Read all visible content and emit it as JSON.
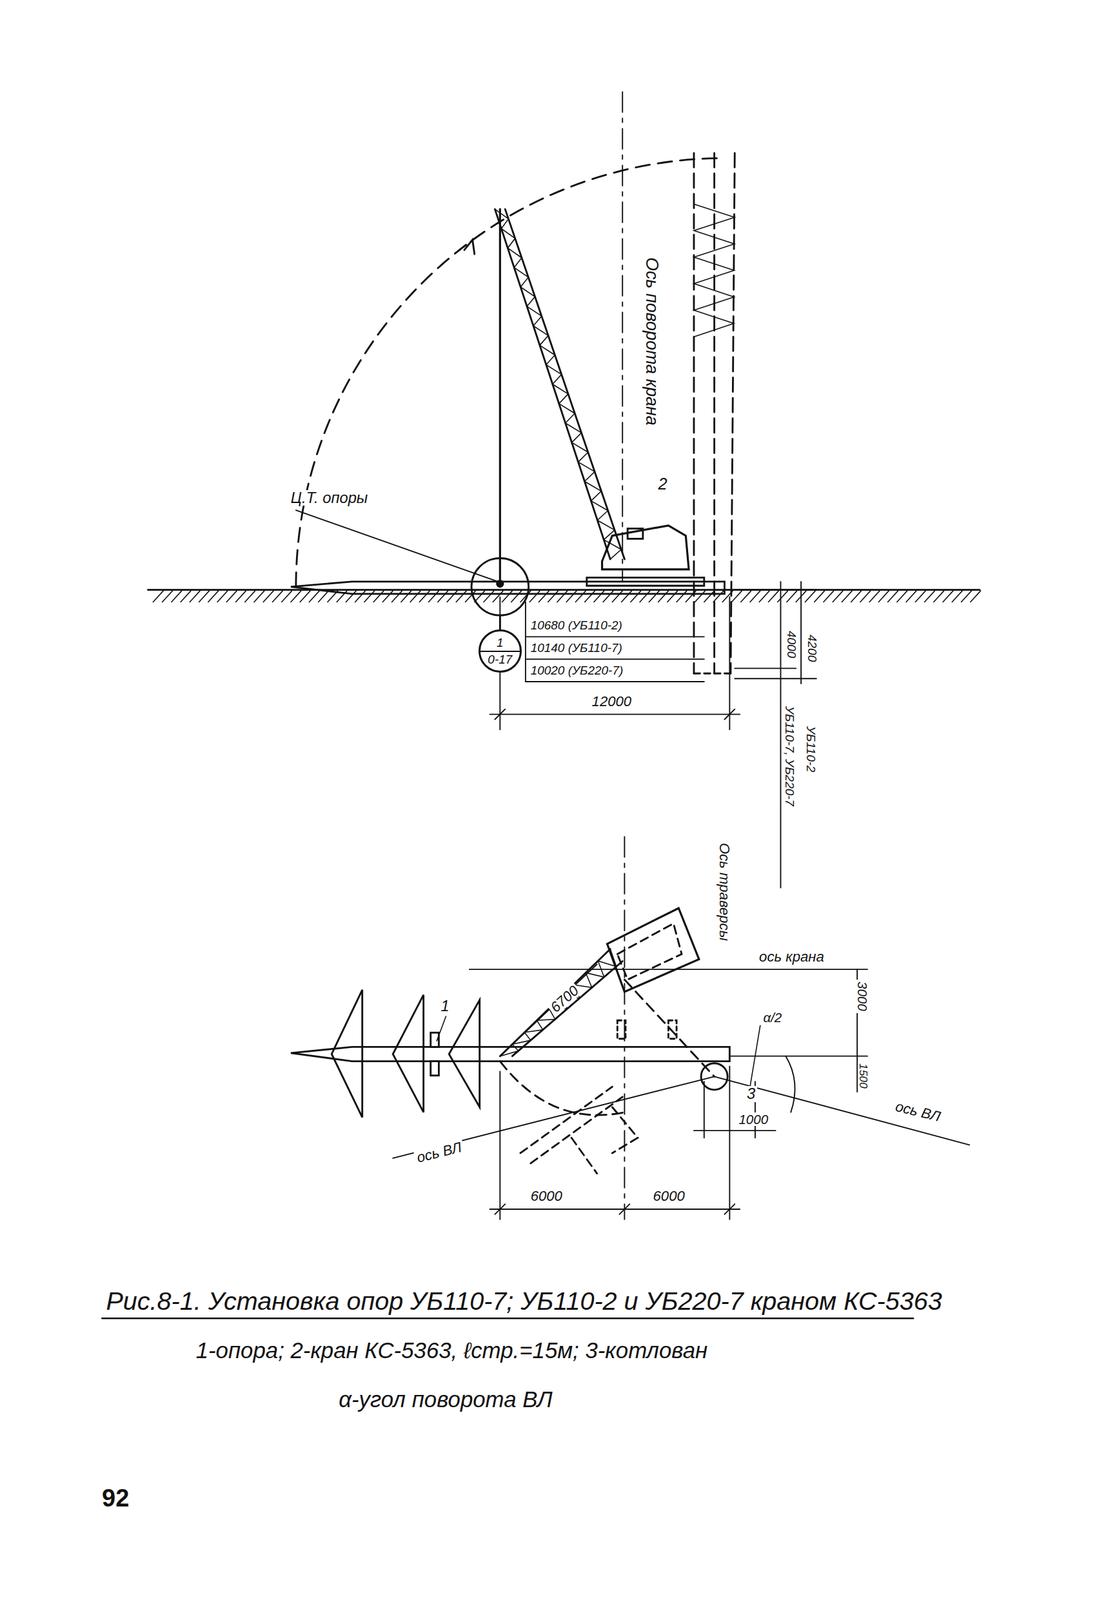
{
  "diagram": {
    "caption": "Рис.8-1. Установка опор УБ110-7; УБ110-2 и УБ220-7 краном КС-5363",
    "nodes": [
      {
        "text": [
          "1",
          "0-17"
        ]
      }
    ],
    "labels": [
      "Ось поворота крана",
      "2",
      "Ц.Т. опоры",
      "10680 (УБ110-2)",
      "10140 (УБ110-7)",
      "10020 (УБ220-7)",
      "12000",
      "4000",
      "4200",
      "УБ110-7, УБ220-7",
      "УБ110-2",
      "Ось траверсы",
      "ось крана",
      "6700",
      "3000",
      "1",
      "3",
      "α/2",
      "1000",
      "1500",
      "ось ВЛ",
      "ось ВЛ",
      "6000",
      "6000",
      "1-опора; 2-кран КС-5363, ℓстр.=15м; 3-котлован",
      "α-угол поворота ВЛ",
      "92"
    ]
  }
}
